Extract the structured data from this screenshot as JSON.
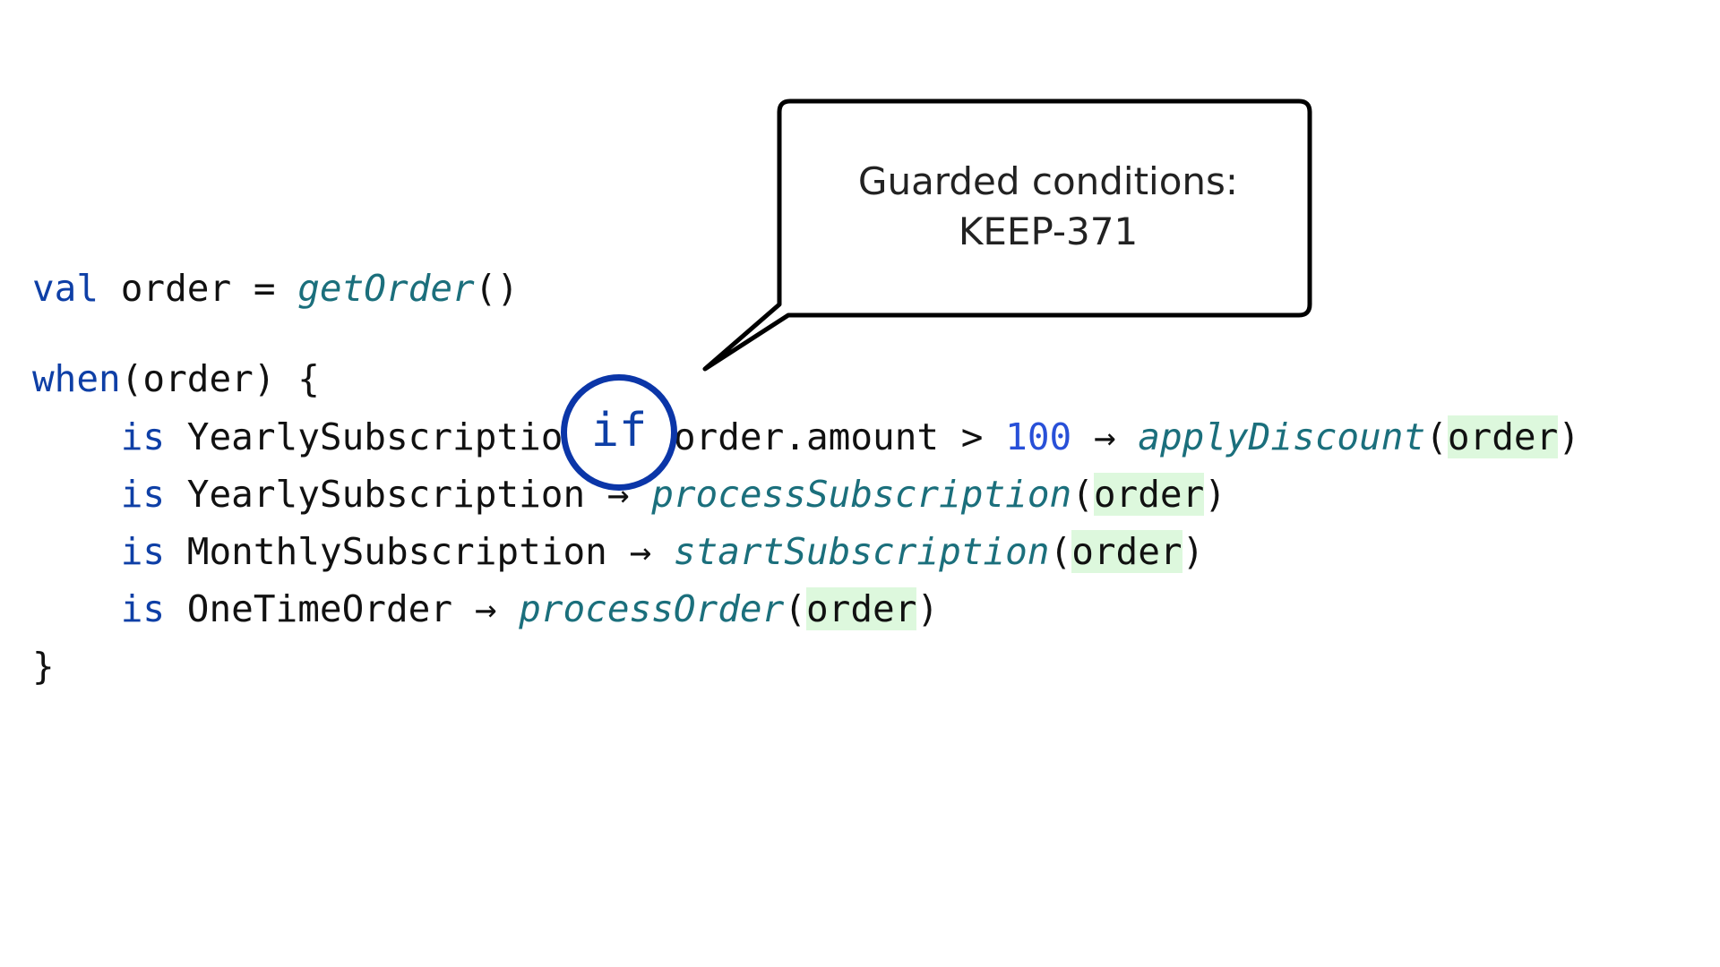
{
  "colors": {
    "keyword": "#0e3fa6",
    "function": "#1b6f7c",
    "number": "#2850d8",
    "highlight": "#ddf8dd",
    "circle_border": "#0b36a8"
  },
  "code": {
    "line1": {
      "kw": "val",
      "text": " order = ",
      "fn": "getOrder",
      "tail": "()"
    },
    "line2": {
      "kw": "when",
      "text": "(order) {"
    },
    "line3": {
      "indent": "    ",
      "kw": "is",
      "type": " YearlySubscription ",
      "guard_kw": "if",
      "cond_pre": " order.amount > ",
      "num": "100",
      "arrow": " → ",
      "fn": "applyDiscount",
      "paren_open": "(",
      "arg": "order",
      "paren_close": ")"
    },
    "line4": {
      "indent": "    ",
      "kw": "is",
      "type": " YearlySubscription → ",
      "fn": "processSubscription",
      "paren_open": "(",
      "arg": "order",
      "paren_close": ")"
    },
    "line5": {
      "indent": "    ",
      "kw": "is",
      "type": " MonthlySubscription → ",
      "fn": "startSubscription",
      "paren_open": "(",
      "arg": "order",
      "paren_close": ")"
    },
    "line6": {
      "indent": "    ",
      "kw": "is",
      "type": " OneTimeOrder → ",
      "fn": "processOrder",
      "paren_open": "(",
      "arg": "order",
      "paren_close": ")"
    },
    "line7": {
      "text": "}"
    }
  },
  "circle_label": "if",
  "callout": {
    "line1": "Guarded conditions:",
    "line2": "KEEP-371"
  }
}
